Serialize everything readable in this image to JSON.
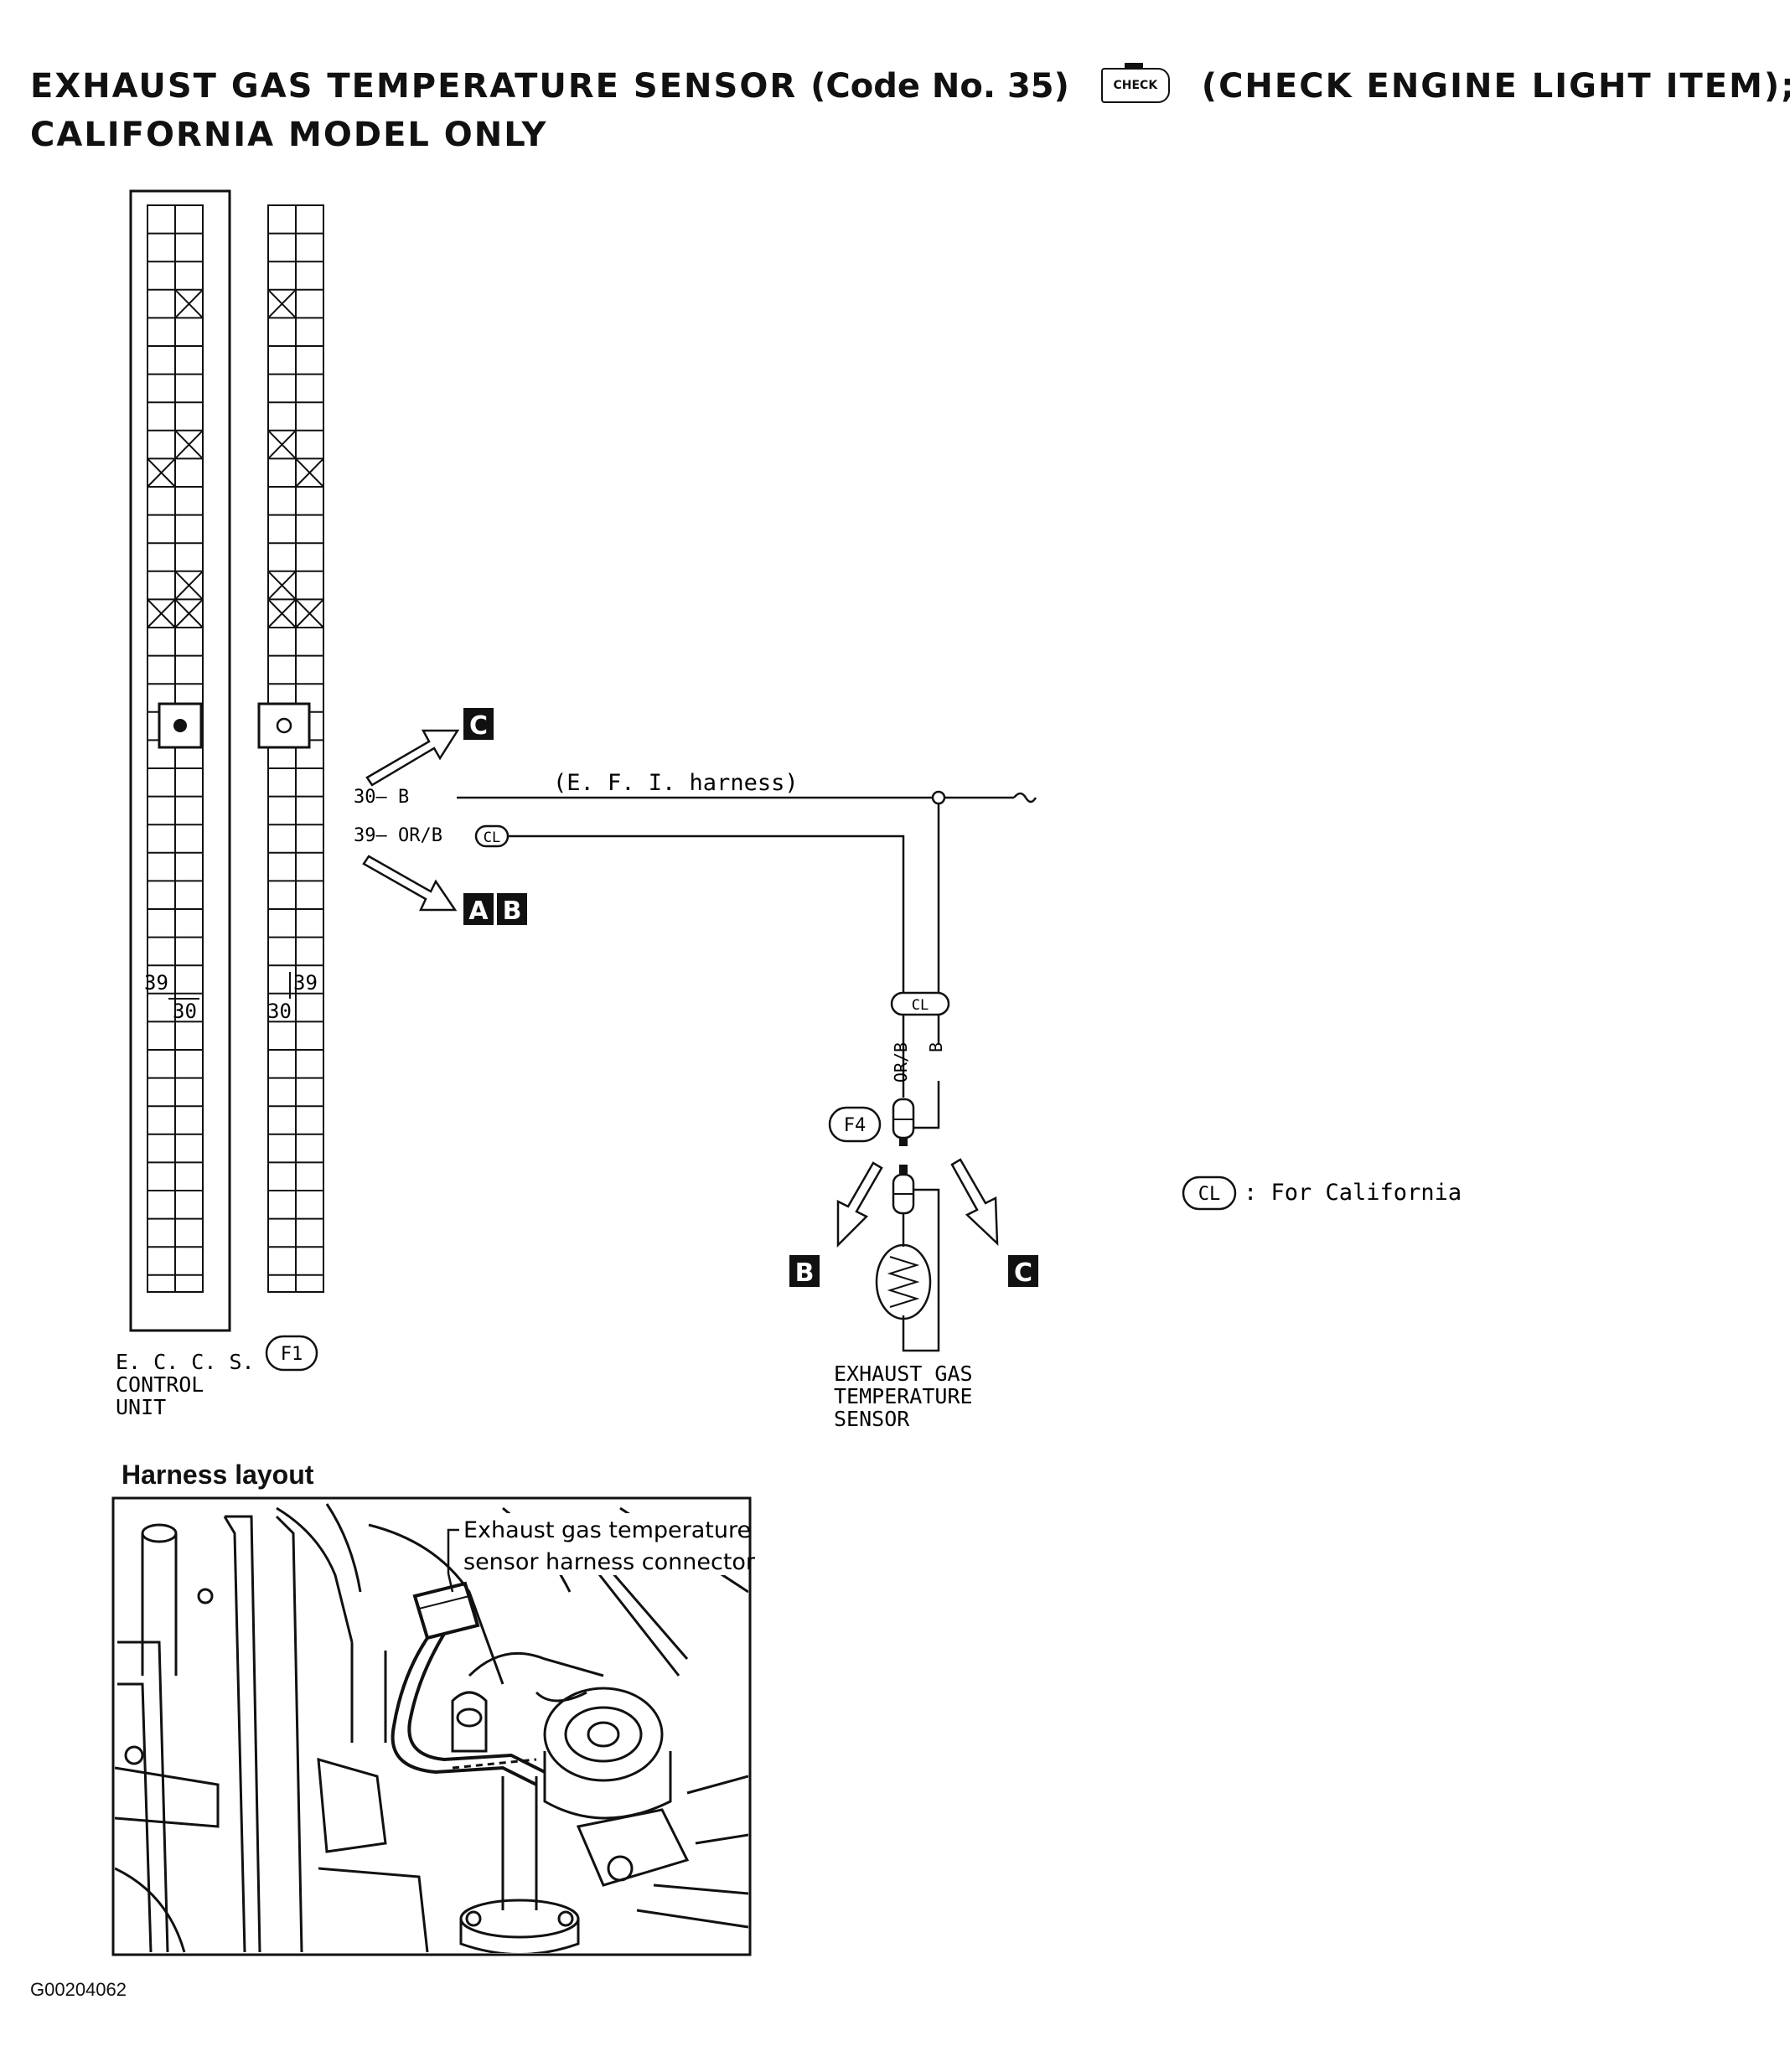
{
  "title": {
    "line1_pre": "EXHAUST GAS TEMPERATURE SENSOR",
    "code": "(Code No. 35)",
    "check_icon_label": "CHECK",
    "line1_post": "(CHECK ENGINE LIGHT ITEM);",
    "line2": "CALIFORNIA MODEL ONLY"
  },
  "diagram": {
    "wire_30": "30— B",
    "wire_39": "39— OR/B",
    "harness_label": "(E. F. I.  harness)",
    "cl_tag": "CL",
    "pin_39": "39",
    "pin_30": "30",
    "ref_c": "C",
    "ref_a": "A",
    "ref_b": "B",
    "vert_or_b": "OR/B",
    "vert_b": "B",
    "connector_f4": "F4",
    "connector_f1": "F1",
    "ecu_label": [
      "E. C. C. S.",
      "CONTROL",
      "UNIT"
    ],
    "sensor_label": [
      "EXHAUST GAS",
      "TEMPERATURE",
      "SENSOR"
    ],
    "legend_tag": "CL",
    "legend_text": ": For California"
  },
  "harness": {
    "title": "Harness layout",
    "callout": [
      "Exhaust gas temperature",
      "sensor harness connector"
    ]
  },
  "figure_code": "G00204062"
}
